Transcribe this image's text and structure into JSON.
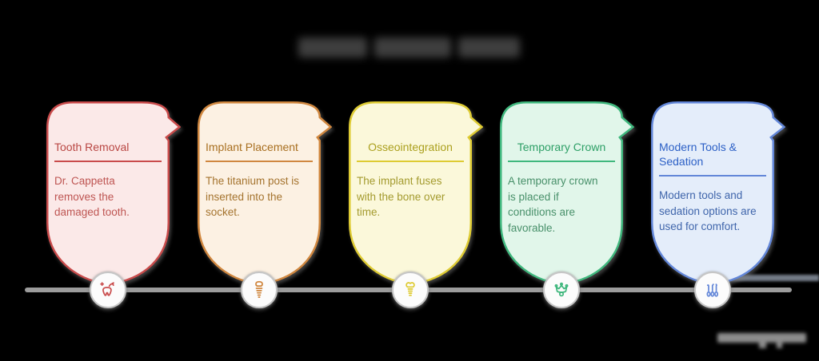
{
  "page": {
    "background_color": "#000000",
    "redacted_title_color": "#3E3E3E",
    "watermark_color": "#8D8D8D",
    "edge_artifact_color": "#747C88"
  },
  "timeline": {
    "line_color": "#9C9C9C",
    "node_background": "#FCFCFC",
    "node_border_color": "#C6C6C6"
  },
  "steps": [
    {
      "title": "Tooth Removal",
      "description": "Dr. Cappetta removes the damaged tooth.",
      "icon": "tooth-extraction-icon",
      "colors": {
        "border": "#C94B4B",
        "background": "#FBE9E8",
        "title": "#B94743",
        "text": "#BE5552"
      }
    },
    {
      "title": "Implant Placement",
      "description": "The titanium post is inserted into the socket.",
      "icon": "dental-implant-icon",
      "colors": {
        "border": "#D0873F",
        "background": "#FCF1E3",
        "title": "#A86F20",
        "text": "#A5742F"
      }
    },
    {
      "title": "Osseointegration",
      "description": "The implant fuses with the bone over time.",
      "icon": "osseointegration-icon",
      "colors": {
        "border": "#DECB33",
        "background": "#FBF8DA",
        "title": "#ABA01E",
        "text": "#A49B2F"
      }
    },
    {
      "title": "Temporary Crown",
      "description": "A temporary crown is placed if conditions are favorable.",
      "icon": "crown-icon",
      "colors": {
        "border": "#3FB77D",
        "background": "#E1F6EA",
        "title": "#2D9F66",
        "text": "#48906A"
      }
    },
    {
      "title": "Modern Tools & Sedation",
      "description": "Modern tools and sedation options are used for comfort.",
      "icon": "dental-tools-icon",
      "colors": {
        "border": "#6286D8",
        "background": "#E4EDFA",
        "title": "#2C60C6",
        "text": "#3F65AB"
      }
    }
  ]
}
